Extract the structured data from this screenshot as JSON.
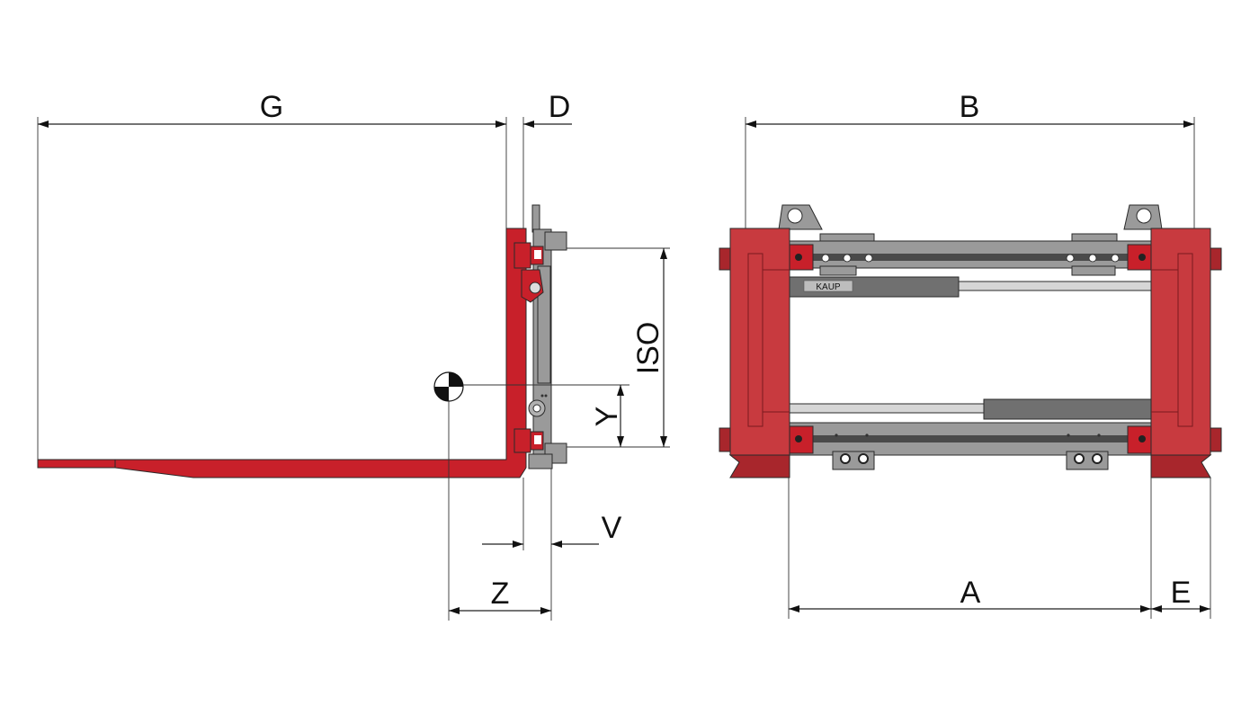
{
  "colors": {
    "fork_red": "#c8202a",
    "frame_red": "#c83a3f",
    "frame_shade": "#a8262c",
    "steel": "#9a9a9a",
    "steel_dark": "#6e6e6e",
    "cylinder": "#707070",
    "rod": "#d6d6d6"
  },
  "dimensions": {
    "G": "G",
    "D": "D",
    "ISO": "ISO",
    "Y": "Y",
    "V": "V",
    "Z": "Z",
    "B": "B",
    "A": "A",
    "E": "E"
  },
  "brand": {
    "logo_text": "KAUP"
  },
  "icons": {
    "center_of_gravity": "center-of-gravity-icon"
  }
}
